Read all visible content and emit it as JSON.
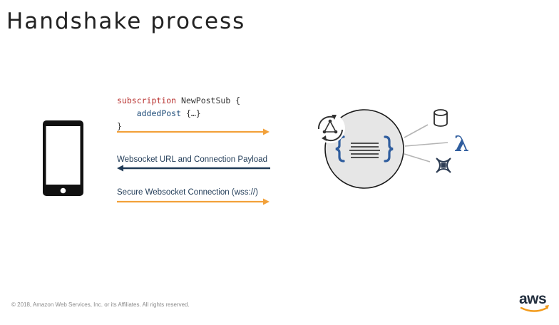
{
  "slide": {
    "title": "Handshake process",
    "code": {
      "keyword": "subscription",
      "name": " NewPostSub {",
      "field": "addedPost",
      "field_args": " {…}",
      "close": "}"
    },
    "arrows": {
      "return_label": "Websocket URL and Connection Payload",
      "secure_label": "Secure Websocket Connection (wss://)"
    },
    "footer": {
      "copyright": "© 2018, Amazon Web Services, Inc. or its Affiliates. All rights reserved.",
      "logo_text": "aws"
    },
    "colors": {
      "arrow_orange": "#f2a13a",
      "arrow_navy": "#1f3a56",
      "hub_fill": "#e6e6e6",
      "accent_blue": "#2f5d9e",
      "smile_orange": "#f29a1a"
    },
    "icons": {
      "client": "mobile-phone-icon",
      "service": "appsync-icon",
      "sync": "sync-cycle-icon",
      "database": "database-icon",
      "lambda": "lambda-icon",
      "search": "elasticsearch-icon"
    }
  }
}
